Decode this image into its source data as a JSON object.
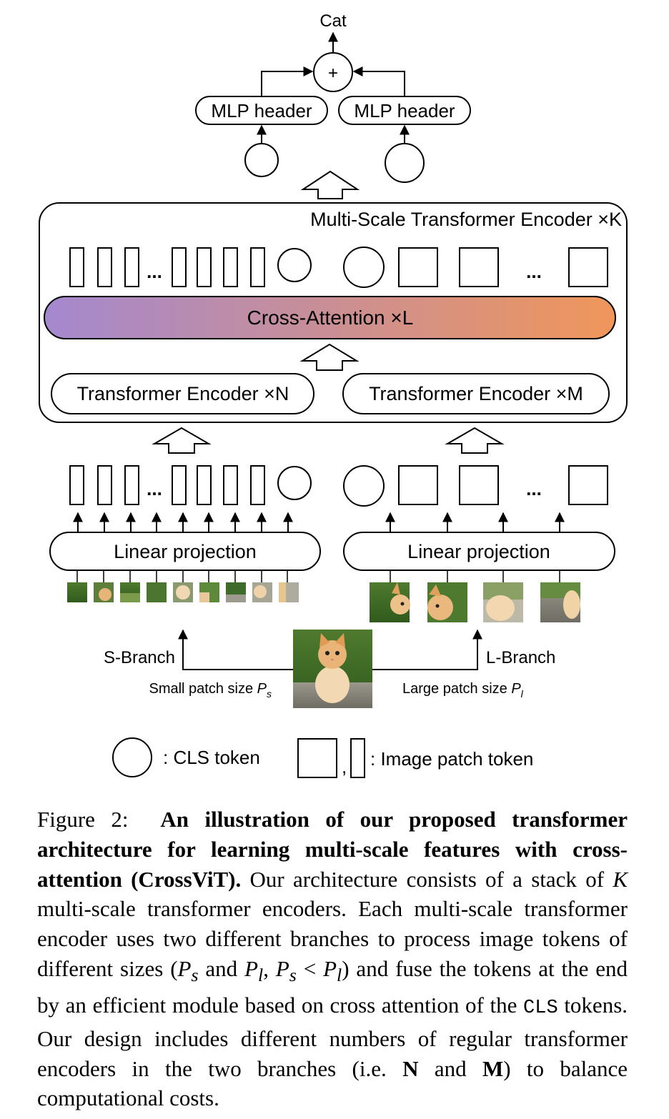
{
  "diagram": {
    "output_label": "Cat",
    "plus_symbol": "+",
    "mlp_header_left": "MLP header",
    "mlp_header_right": "MLP header",
    "encoder_title": "Multi-Scale Transformer Encoder ×K",
    "cross_attention": "Cross-Attention ×L",
    "transformer_n": "Transformer Encoder ×N",
    "transformer_m": "Transformer Encoder ×M",
    "linear_projection_left": "Linear projection",
    "linear_projection_right": "Linear projection",
    "ellipsis": "...",
    "s_branch": "S-Branch",
    "l_branch": "L-Branch",
    "small_patch_prefix": "Small patch size ",
    "small_patch_var": "P",
    "small_patch_sub": "s",
    "large_patch_prefix": "Large patch size ",
    "large_patch_var": "P",
    "large_patch_sub": "l",
    "legend_cls": ": CLS token",
    "legend_comma": ",",
    "legend_patch": ": Image patch token",
    "gradient_colors": [
      "#a488cf",
      "#f0965a"
    ]
  },
  "caption": {
    "figure_label": "Figure 2:",
    "bold_title": "An illustration of our proposed transformer architecture for learning multi-scale features with cross-attention (CrossViT).",
    "text_1": " Our architecture consists of a stack of ",
    "var_k": "K",
    "text_2": " multi-scale transformer encoders. Each multi-scale transformer encoder uses two different branches to process image tokens of different sizes (",
    "math_1": "P",
    "math_1_sub": "s",
    "text_3": " and ",
    "math_2": "P",
    "math_2_sub": "l",
    "text_4": ", ",
    "math_3": "P",
    "math_3_sub": "s",
    "math_lt": " < ",
    "math_4": "P",
    "math_4_sub": "l",
    "text_5": ") and fuse the tokens at the end by an efficient module based on cross attention of the ",
    "code_cls": "CLS",
    "text_6": " tokens. Our design includes different numbers of regular transformer encoders in the two branches (i.e. ",
    "bold_n": "N",
    "text_7": " and ",
    "bold_m": "M",
    "text_8": ") to balance computational costs."
  }
}
